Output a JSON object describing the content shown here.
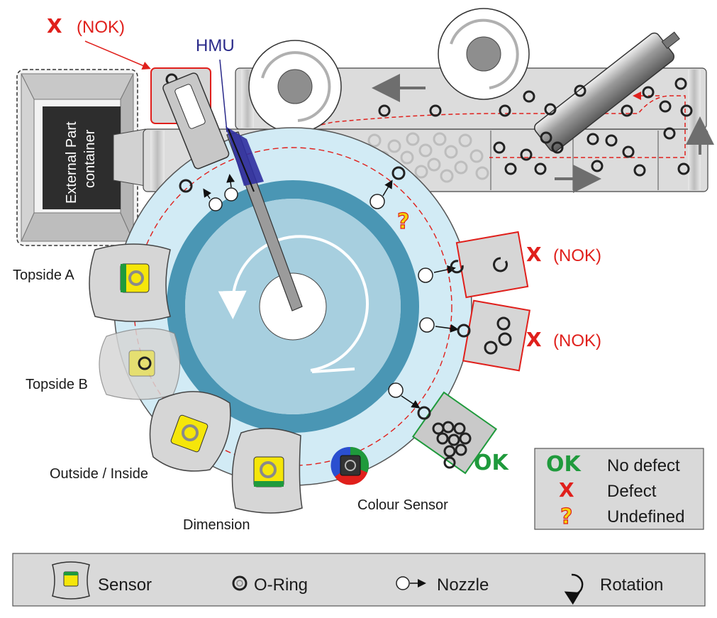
{
  "colors": {
    "nok_red": "#e0201c",
    "ok_green": "#1f9a3c",
    "hmu_blue": "#2a2a8a",
    "table_light": "#d2ebf5",
    "table_ring": "#4a96b4",
    "sensor_yellow": "#f5e60a",
    "machine_gray": "#d9d9d9"
  },
  "labels": {
    "nok_top": "(NOK)",
    "hmu": "HMU",
    "container_line1": "External Part",
    "container_line2": "container",
    "topside_a": "Topside A",
    "topside_b": "Topside B",
    "outside_inside": "Outside / Inside",
    "dimension": "Dimension",
    "colour_sensor": "Colour Sensor",
    "nok_right_1": "(NOK)",
    "nok_right_2": "(NOK)",
    "ok_bin": "OK",
    "x_symbol": "X",
    "q_symbol": "?"
  },
  "status_legend": {
    "items": [
      {
        "symbol": "OK",
        "label": "No defect"
      },
      {
        "symbol": "X",
        "label": "Defect"
      },
      {
        "symbol": "?",
        "label": "Undefined"
      }
    ]
  },
  "symbol_legend": {
    "items": [
      {
        "icon": "sensor-icon",
        "label": "Sensor"
      },
      {
        "icon": "o-ring-icon",
        "label": "O-Ring"
      },
      {
        "icon": "nozzle-icon",
        "label": "Nozzle"
      },
      {
        "icon": "rotation-icon",
        "label": "Rotation"
      }
    ]
  }
}
